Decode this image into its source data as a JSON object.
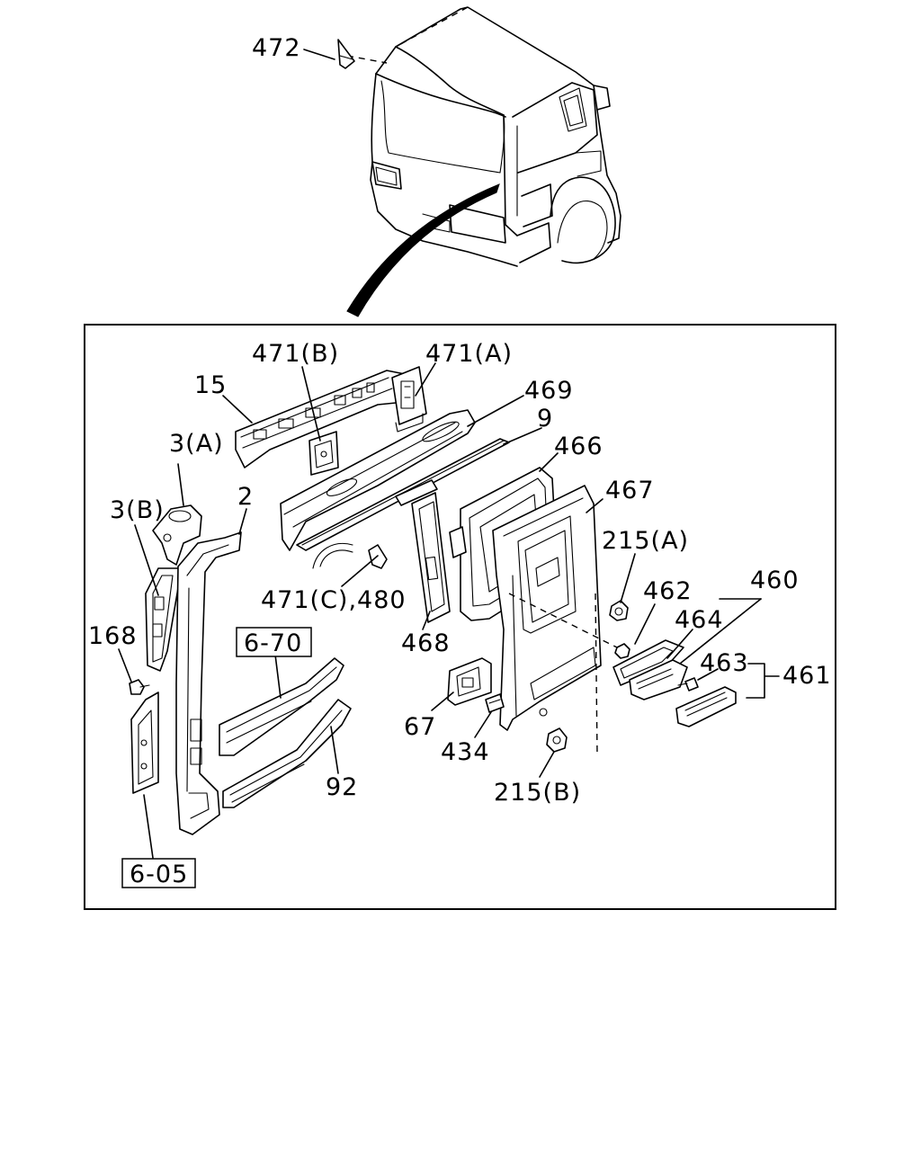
{
  "labels": {
    "l472": "472",
    "l471b": "471(B)",
    "l471a": "471(A)",
    "l15": "15",
    "l469": "469",
    "l9": "9",
    "l466": "466",
    "l467": "467",
    "l3a": "3(A)",
    "l3b": "3(B)",
    "l2": "2",
    "l215a": "215(A)",
    "l460": "460",
    "l462": "462",
    "l464": "464",
    "l471c480": "471(C),480",
    "l168": "168",
    "l670": "6-70",
    "l468": "468",
    "l463": "463",
    "l461": "461",
    "l67": "67",
    "l434": "434",
    "l92": "92",
    "l215b": "215(B)",
    "l605": "6-05"
  }
}
